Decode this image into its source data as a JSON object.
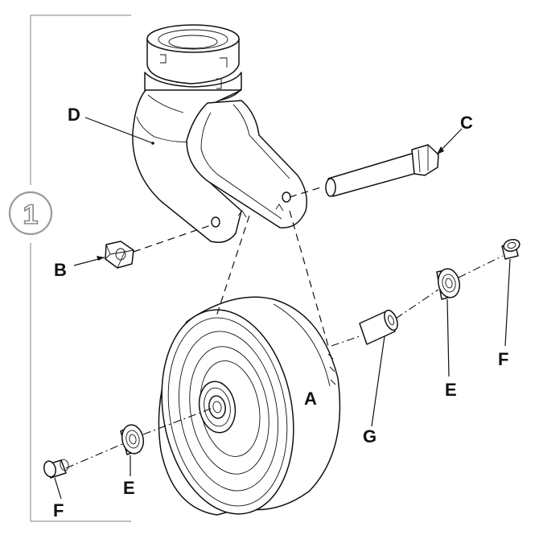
{
  "step": {
    "number": "1"
  },
  "labels": {
    "A": "A",
    "B": "B",
    "C": "C",
    "D": "D",
    "E_left": "E",
    "E_right": "E",
    "F_left": "F",
    "F_right": "F",
    "G": "G"
  }
}
